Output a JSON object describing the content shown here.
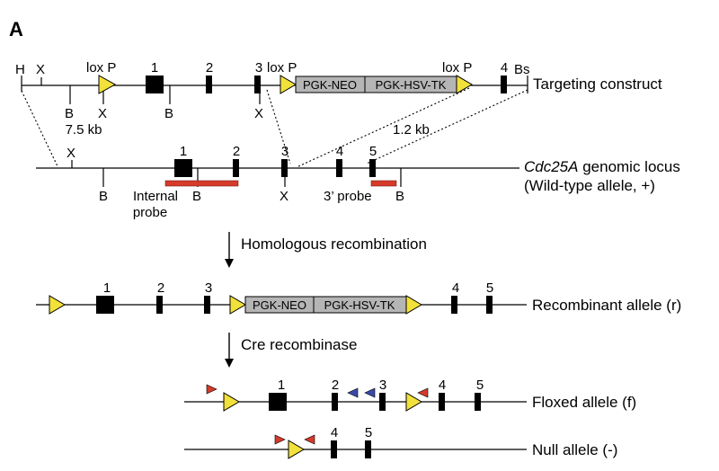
{
  "panel_label": "A",
  "construct": {
    "site_labels": [
      "H",
      "X",
      "B",
      "X",
      "B",
      "X",
      "Bs"
    ],
    "lox_labels": [
      "lox P",
      "lox P",
      "lox P"
    ],
    "exons": [
      "1",
      "2",
      "3",
      "4"
    ],
    "neo_label": "PGK-NEO",
    "tk_label": "PGK-HSV-TK",
    "size_7_5": "7.5 kb",
    "size_1_2": "1.2 kb",
    "label": "Targeting construct"
  },
  "genomic": {
    "site_labels": [
      "X",
      "B",
      "B",
      "X",
      "B"
    ],
    "exons": [
      "1",
      "2",
      "3",
      "4",
      "5"
    ],
    "label_italic": "Cdc25A",
    "label_rest": " genomic locus",
    "label_line2": "(Wild-type allele, +)",
    "internal_probe_line1": "Internal",
    "internal_probe_line2": "probe",
    "three_probe": "3’ probe"
  },
  "step1": "Homologous recombination",
  "recombinant": {
    "exons": [
      "1",
      "2",
      "3",
      "4",
      "5"
    ],
    "neo_label": "PGK-NEO",
    "tk_label": "PGK-HSV-TK",
    "label": "Recombinant allele (r)"
  },
  "step2": "Cre recombinase",
  "floxed": {
    "exons": [
      "1",
      "2",
      "3",
      "4",
      "5"
    ],
    "label": "Floxed allele (f)"
  },
  "null": {
    "exons": [
      "4",
      "5"
    ],
    "label": "Null allele (-)"
  },
  "colors": {
    "lox": "#f2e13a",
    "probe": "#d63a2a",
    "cassette": "#b5b5b5",
    "primer_red": "#d63a2a",
    "primer_blue": "#3b4aa8"
  }
}
